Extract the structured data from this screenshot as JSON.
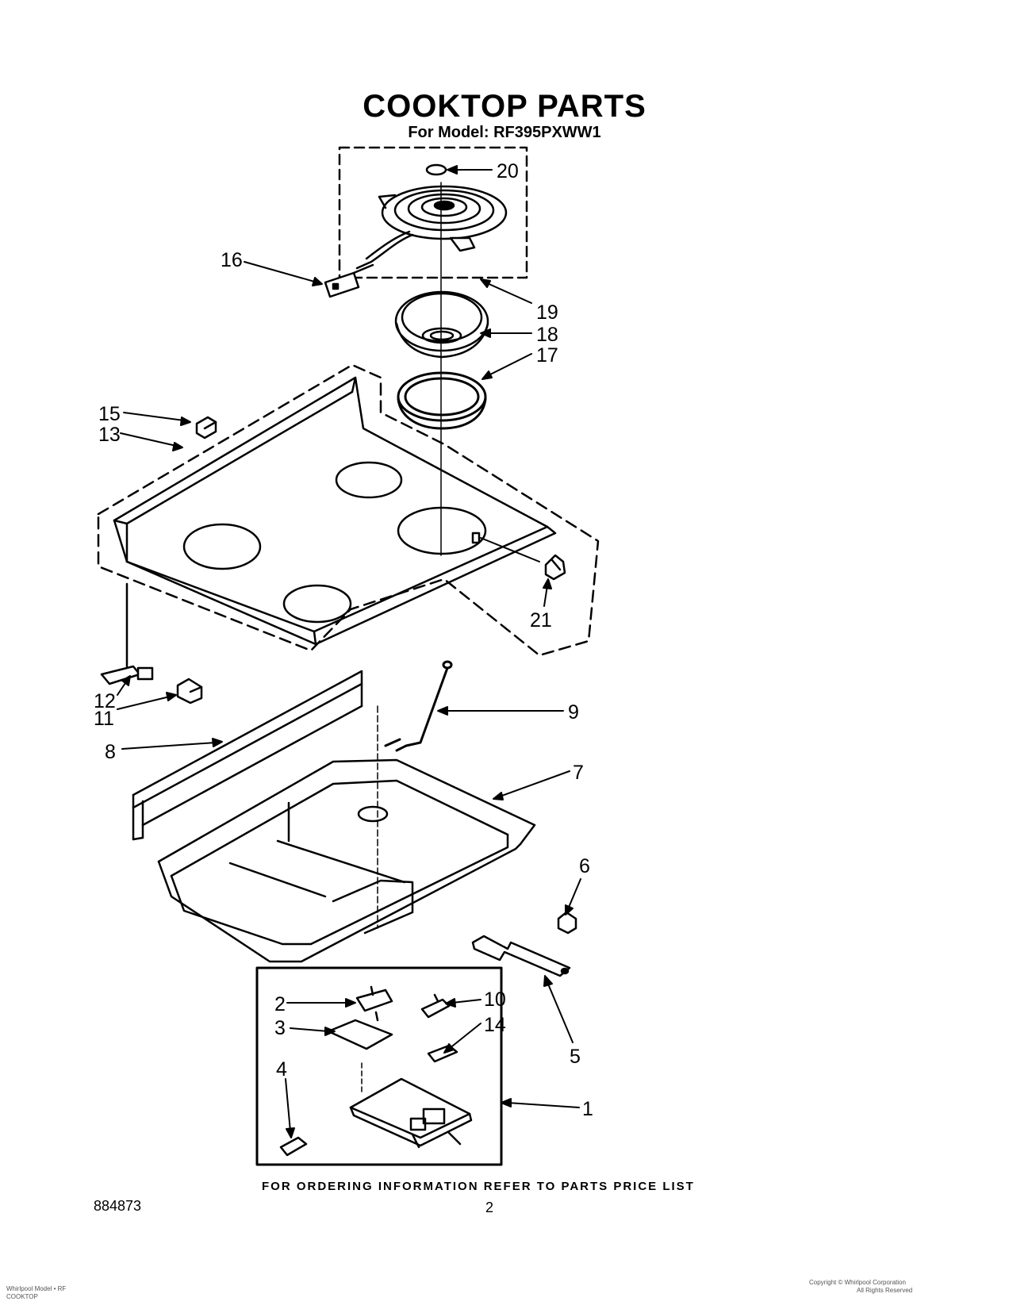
{
  "header": {
    "title": "COOKTOP PARTS",
    "subtitle": "For Model: RF395PXWW1"
  },
  "callouts": [
    "1",
    "2",
    "3",
    "4",
    "5",
    "6",
    "7",
    "8",
    "9",
    "10",
    "11",
    "12",
    "13",
    "14",
    "15",
    "16",
    "17",
    "18",
    "19",
    "20",
    "21"
  ],
  "footer": {
    "ordering_note": "FOR ORDERING INFORMATION REFER TO PARTS PRICE LIST",
    "doc_number": "884873",
    "page_number": "2",
    "small_left_1": "Whirlpool Model • RF",
    "small_left_2": "COOKTOP",
    "small_right_1": "Copyright © Whirlpool Corporation",
    "small_right_2": "All Rights Reserved"
  }
}
